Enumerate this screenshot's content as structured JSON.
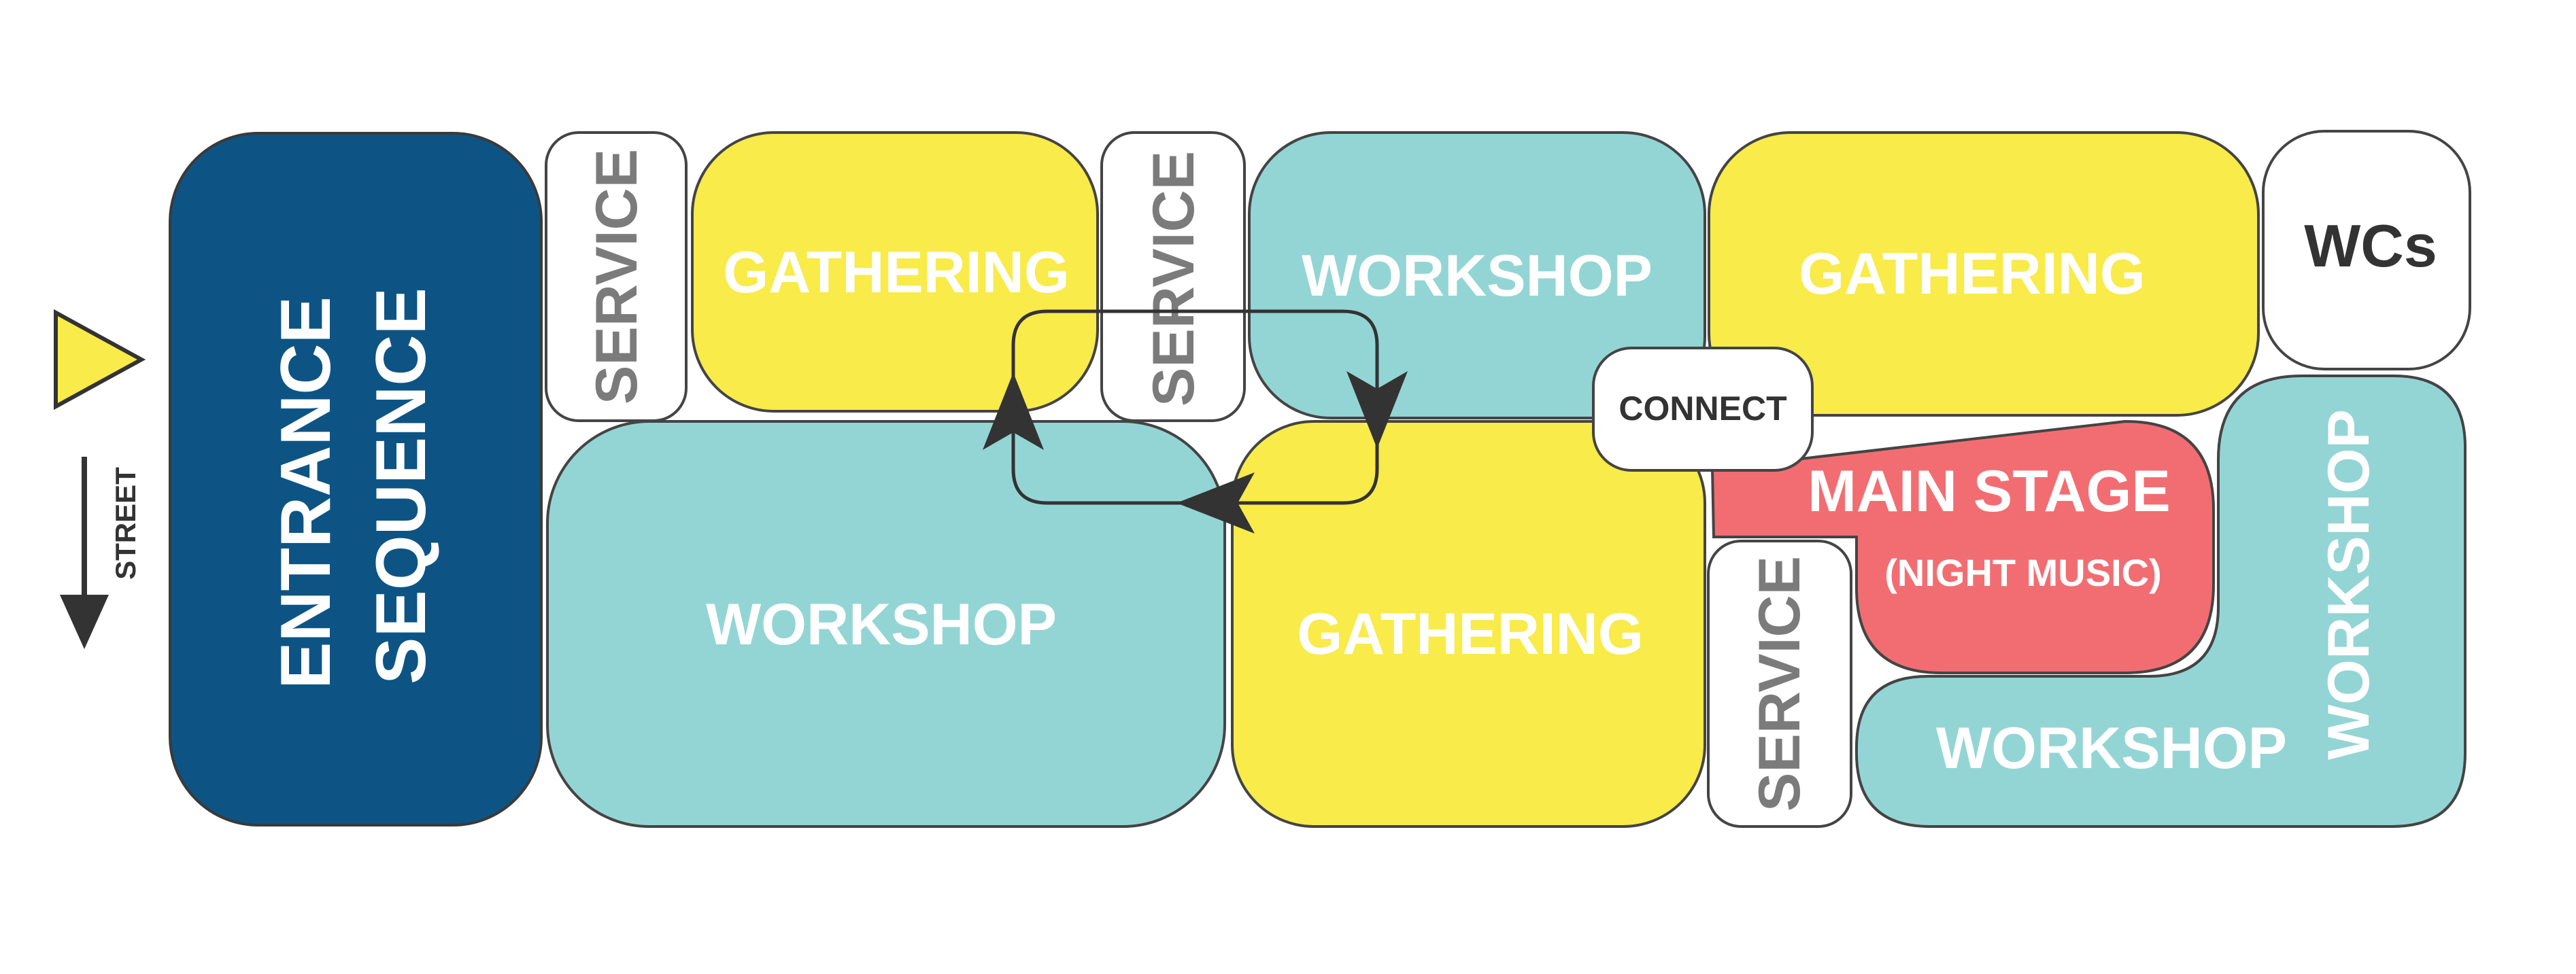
{
  "colors": {
    "navy": "#0d5485",
    "teal": "#93d5d4",
    "yellow": "#f8eb4a",
    "red": "#f26d72",
    "white": "#ffffff",
    "gray_text": "#7b7b7b",
    "dark": "#333333",
    "outline": "#444444"
  },
  "legend": {
    "street_label": "STREET",
    "entry_marker": "triangle-icon",
    "street_arrow": "arrow-down-icon"
  },
  "zones": {
    "entrance": {
      "line1": "ENTRANCE",
      "line2": "SEQUENCE"
    },
    "service_1": "SERVICE",
    "gathering_1": "GATHERING",
    "service_2": "SERVICE",
    "workshop_1": "WORKSHOP",
    "gathering_2": "GATHERING",
    "wcs": "WCs",
    "workshop_2": "WORKSHOP",
    "gathering_3": "GATHERING",
    "connect": "CONNECT",
    "main_stage": "MAIN STAGE",
    "main_stage_sub": "(NIGHT MUSIC)",
    "service_3": "SERVICE",
    "workshop_3": "WORKSHOP",
    "workshop_4": "WORKSHOP"
  },
  "circulation": {
    "arrow_icon": "arrowhead-icon",
    "loop": "circulation-loop"
  }
}
